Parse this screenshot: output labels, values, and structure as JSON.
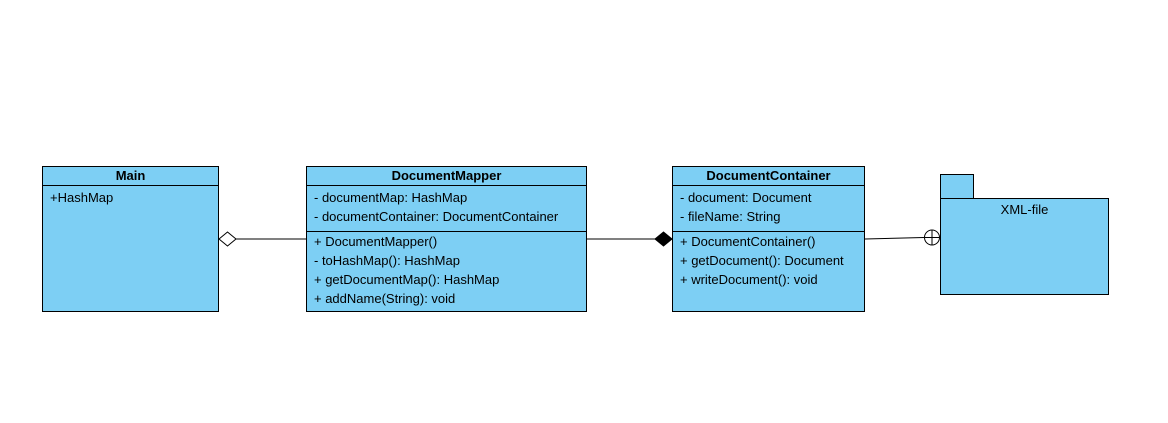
{
  "classes": {
    "main": {
      "name": "Main",
      "attributes": [
        "+HashMap"
      ],
      "operations": []
    },
    "document_mapper": {
      "name": "DocumentMapper",
      "attributes": [
        "- documentMap: HashMap",
        "- documentContainer: DocumentContainer"
      ],
      "operations": [
        "+ DocumentMapper()",
        "- toHashMap(): HashMap",
        "+ getDocumentMap(): HashMap",
        "+ addName(String): void"
      ]
    },
    "document_container": {
      "name": "DocumentContainer",
      "attributes": [
        "- document: Document",
        "- fileName: String"
      ],
      "operations": [
        "+ DocumentContainer()",
        "+ getDocument(): Document",
        "+ writeDocument(): void"
      ]
    }
  },
  "package": {
    "name": "XML-file"
  },
  "relations": [
    {
      "from": "Main",
      "to": "DocumentMapper",
      "type": "aggregation"
    },
    {
      "from": "DocumentContainer",
      "to": "DocumentMapper",
      "type": "composition"
    },
    {
      "from": "DocumentContainer",
      "to": "XML-file",
      "type": "containment"
    }
  ],
  "colors": {
    "fill": "#7dcff4",
    "stroke": "#000000"
  }
}
